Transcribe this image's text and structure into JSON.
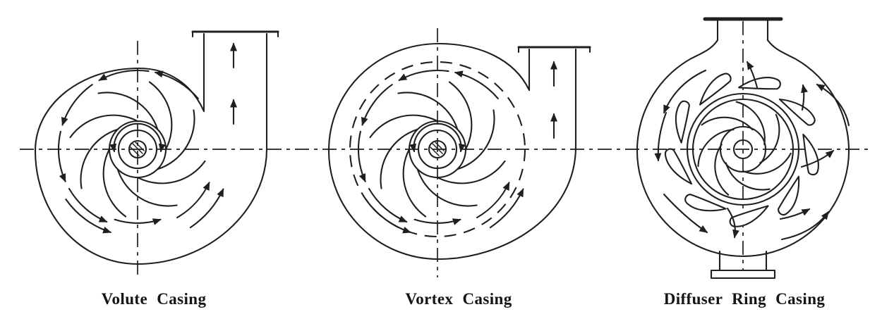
{
  "figure": {
    "description": "Three centrifugal pump casing type diagrams",
    "background_color": "#ffffff",
    "line_color": "#1f1f1f",
    "panels": [
      {
        "id": "volute",
        "label": "Volute Casing"
      },
      {
        "id": "vortex",
        "label": "Vortex Casing"
      },
      {
        "id": "diffuser",
        "label": "Diffuser Ring Casing"
      }
    ]
  }
}
